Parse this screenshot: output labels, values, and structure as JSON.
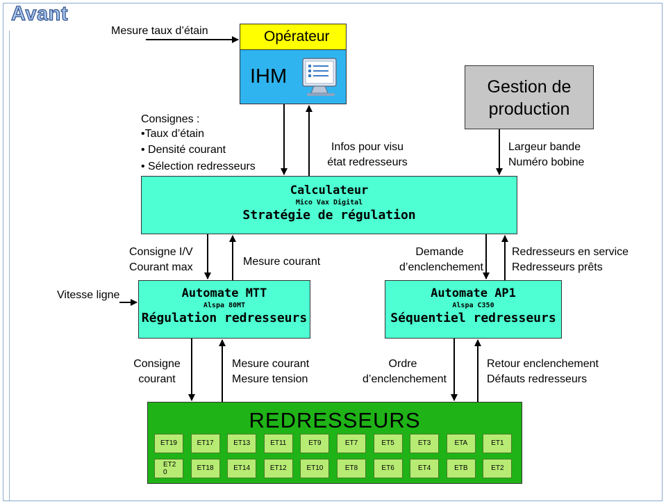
{
  "title": "Avant",
  "operateur": {
    "label": "Opérateur",
    "ihm": "IHM",
    "icon": "monitor-icon"
  },
  "gestion": {
    "line1": "Gestion de",
    "line2": "production"
  },
  "calculateur": {
    "title": "Calculateur",
    "subtitle": "Mico Vax Digital",
    "role": "Stratégie de régulation"
  },
  "automate_mtt": {
    "title": "Automate MTT",
    "subtitle": "Alspa 80MT",
    "role": "Régulation redresseurs"
  },
  "automate_ap1": {
    "title": "Automate AP1",
    "subtitle": "Alspa C350",
    "role": "Séquentiel redresseurs"
  },
  "redresseurs": {
    "title": "REDRESSEURS",
    "row1": [
      "ET19",
      "ET17",
      "ET13",
      "ET11",
      "ET9",
      "ET7",
      "ET5",
      "ET3",
      "ETA",
      "ET1"
    ],
    "row2": [
      "ET2\n0",
      "ET18",
      "ET14",
      "ET12",
      "ET10",
      "ET8",
      "ET6",
      "ET4",
      "ETB",
      "ET2"
    ]
  },
  "labels": {
    "mesure_etain": "Mesure taux d’étain",
    "consignes_title": "Consignes :",
    "consignes_1": "•Taux d’étain",
    "consignes_2": "• Densité courant",
    "consignes_3": "• Sélection redresseurs",
    "infos_1": "Infos pour visu",
    "infos_2": "état redresseurs",
    "largeur": "Largeur bande",
    "bobine": "Numéro bobine",
    "consigne_iv": "Consigne I/V",
    "courant_max": "Courant max",
    "mesure_courant_top": "Mesure courant",
    "demande_1": "Demande",
    "demande_2": "d’enclenchement",
    "redr_service": "Redresseurs en service",
    "redr_prets": "Redresseurs prêts",
    "vitesse": "Vitesse ligne",
    "consigne_1": "Consigne",
    "consigne_2": "courant",
    "mesure_courant": "Mesure courant",
    "mesure_tension": "Mesure tension",
    "ordre_1": "Ordre",
    "ordre_2": "d’enclenchement",
    "retour_1": "Retour enclenchement",
    "retour_2": "Défauts redresseurs"
  }
}
